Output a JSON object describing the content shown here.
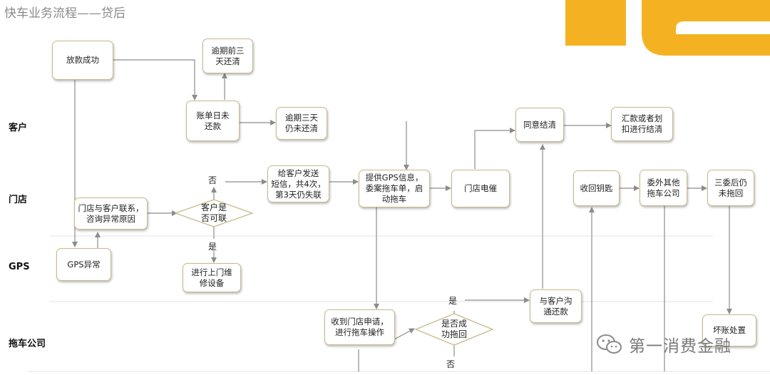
{
  "title": "快车业务流程——贷后",
  "lanes": {
    "customer": "客户",
    "store": "门店",
    "gps": "GPS",
    "tow": "拖车公司"
  },
  "nodes": {
    "loan_success": "放款成功",
    "repay_3days_before": "逾期前三\n天还清",
    "bill_day_unpaid": "账单日未\n还款",
    "overdue_3days_unpaid": "逾期三天\n仍未还清",
    "agree_settle": "同意结清",
    "remit_or_deduct": "汇款或者划\n扣进行结清",
    "contact_customer": "门店与客户联系，\n咨询异常原因",
    "send_sms": "给客户发送\n短信，共4次，\n第3天仍失联",
    "provide_gps": "提供GPS信息，\n委案拖车单，启\n动拖车",
    "store_urge": "门店电催",
    "take_key": "收回钥匙",
    "outsource_tow": "委外其他\n拖车公司",
    "three_outsource_fail": "三委后仍\n未拖回",
    "gps_abnormal": "GPS异常",
    "onsite_repair": "进行上门维\n修设备",
    "receive_request": "收到门店申请，\n进行拖车操作",
    "negotiate_repay": "与客户沟\n通还款",
    "bad_debt": "坏账处置"
  },
  "decisions": {
    "reachable": "客户是\n否可联",
    "tow_success": "是否成\n功拖回"
  },
  "edge_labels": {
    "no_reach": "否",
    "yes_reach": "是",
    "yes_tow": "是",
    "no_tow": "否"
  },
  "watermark": {
    "text": "第一消费金融",
    "icon": "wechat-icon"
  },
  "colors": {
    "accent": "#f4b223",
    "box_border": "#c9b98c",
    "line": "#8c8c8c"
  }
}
